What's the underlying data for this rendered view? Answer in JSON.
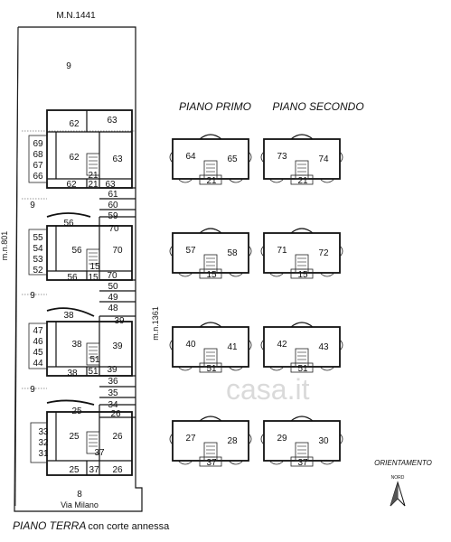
{
  "header": {
    "map_ref": "M.N.1441"
  },
  "side_labels": {
    "left": "m.n.801",
    "middle": "m.n.1361"
  },
  "floors": {
    "first": "PIANO PRIMO",
    "second": "PIANO SECONDO",
    "ground_prefix": "PIANO TERRA",
    "ground_suffix": "con corte annessa"
  },
  "street": {
    "number": "8",
    "name": "Via Milano"
  },
  "orientation": {
    "title": "ORIENTAMENTO",
    "mark": "NORD"
  },
  "watermark": "casa.it",
  "ground_plan": {
    "yard_label": "9",
    "top_block": {
      "corner": "62",
      "top": "63",
      "room_left": "62",
      "room_right": "63",
      "stair": "21",
      "bottom_left": "62",
      "bottom_mid": "21",
      "bottom_right": "63",
      "side": [
        "69",
        "68",
        "67",
        "66"
      ]
    },
    "corridor_a": [
      "61",
      "60",
      "59"
    ],
    "block2": {
      "corner": "56",
      "top_right": "70",
      "room_left": "56",
      "room_right": "70",
      "stair": "15",
      "bottom_left": "56",
      "bottom_mid": "15",
      "bottom_right": "70",
      "side": [
        "55",
        "54",
        "53",
        "52"
      ]
    },
    "corridor_b": [
      "50",
      "49",
      "48"
    ],
    "block3": {
      "corner": "38",
      "top_right": "39",
      "room_left": "38",
      "room_right": "39",
      "stair": "51",
      "bottom_left": "38",
      "bottom_mid": "51",
      "bottom_right": "39",
      "side": [
        "47",
        "46",
        "45",
        "44"
      ]
    },
    "corridor_c": [
      "36",
      "35",
      "34"
    ],
    "block4": {
      "top_left": "25",
      "top_right": "26",
      "room_left": "25",
      "room_right": "26",
      "stair": "37",
      "bottom_left": "25",
      "bottom_mid": "37",
      "bottom_right": "26",
      "side": [
        "33",
        "32",
        "31"
      ]
    }
  },
  "upper_plans": [
    {
      "left": "64",
      "right": "65",
      "stair": "21"
    },
    {
      "left": "73",
      "right": "74",
      "stair": "21"
    },
    {
      "left": "57",
      "right": "58",
      "stair": "15"
    },
    {
      "left": "71",
      "right": "72",
      "stair": "15"
    },
    {
      "left": "40",
      "right": "41",
      "stair": "51"
    },
    {
      "left": "42",
      "right": "43",
      "stair": "51"
    },
    {
      "left": "27",
      "right": "28",
      "stair": "37"
    },
    {
      "left": "29",
      "right": "30",
      "stair": "37"
    }
  ]
}
